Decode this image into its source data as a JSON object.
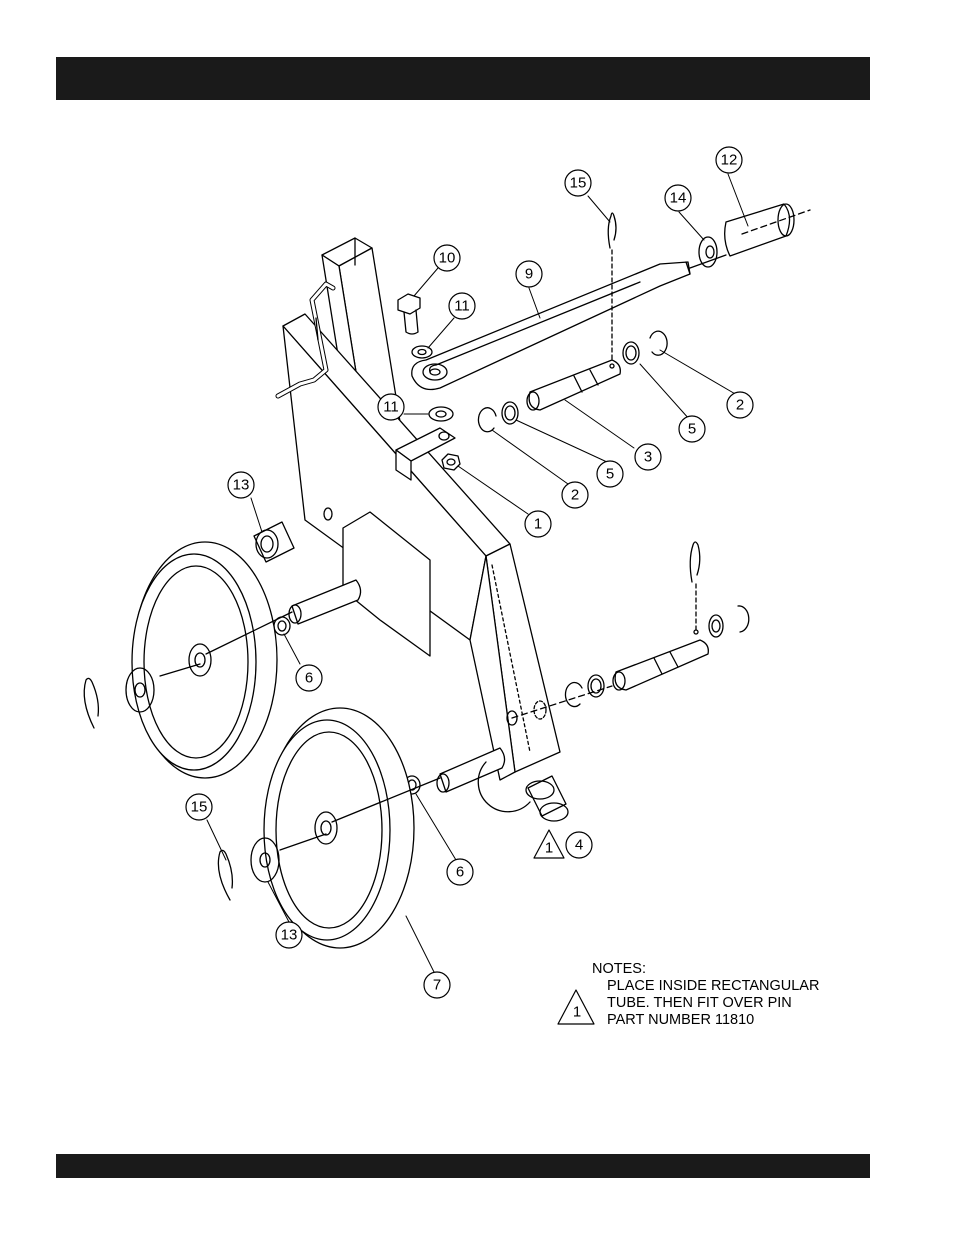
{
  "callouts": [
    {
      "num": "15"
    },
    {
      "num": "12"
    },
    {
      "num": "14"
    },
    {
      "num": "10"
    },
    {
      "num": "9"
    },
    {
      "num": "11"
    },
    {
      "num": "11"
    },
    {
      "num": "2"
    },
    {
      "num": "5"
    },
    {
      "num": "3"
    },
    {
      "num": "5"
    },
    {
      "num": "2"
    },
    {
      "num": "1"
    },
    {
      "num": "13"
    },
    {
      "num": "6"
    },
    {
      "num": "4"
    },
    {
      "num": "15"
    },
    {
      "num": "6"
    },
    {
      "num": "13"
    },
    {
      "num": "7"
    }
  ],
  "warning_symbol": {
    "num": "1"
  },
  "notes": {
    "heading": "NOTES:",
    "lines": [
      "PLACE INSIDE RECTANGULAR",
      "TUBE. THEN FIT OVER PIN",
      "PART NUMBER 11810"
    ],
    "symbol_num": "1"
  }
}
